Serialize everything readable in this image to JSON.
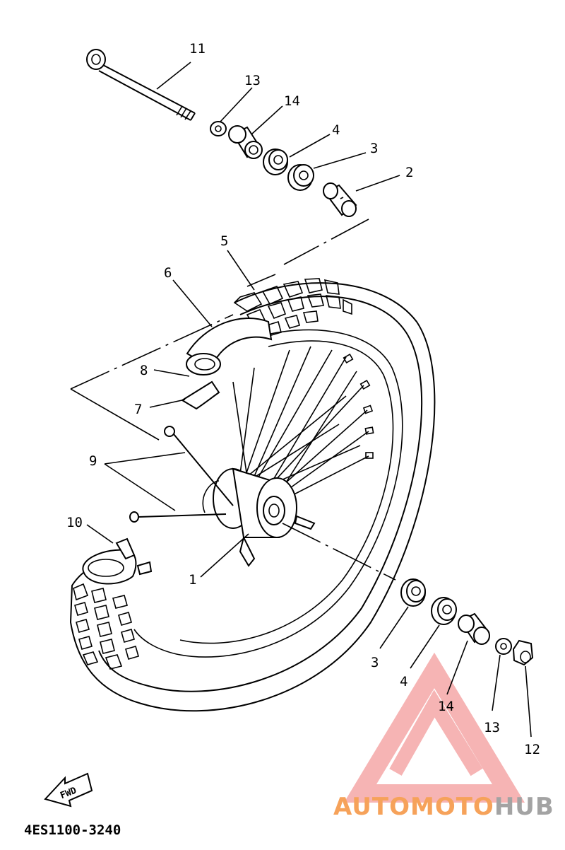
{
  "diagram_code": "4ES1100-3240",
  "fwd_label": "FWD",
  "watermark": {
    "text_auto": "AUTO",
    "text_moto": "MOTO",
    "text_hub": "HUB",
    "color_auto": "#f6a25a",
    "color_moto": "#f6a25a",
    "color_hub": "#a3a3a3",
    "logo_color": "#f39b9b"
  },
  "callouts": {
    "c1": "1",
    "c2": "2",
    "c3a": "3",
    "c3b": "3",
    "c4a": "4",
    "c4b": "4",
    "c5": "5",
    "c6": "6",
    "c7": "7",
    "c8": "8",
    "c9": "9",
    "c10": "10",
    "c11": "11",
    "c12": "12",
    "c13a": "13",
    "c13b": "13",
    "c14a": "14",
    "c14b": "14"
  }
}
